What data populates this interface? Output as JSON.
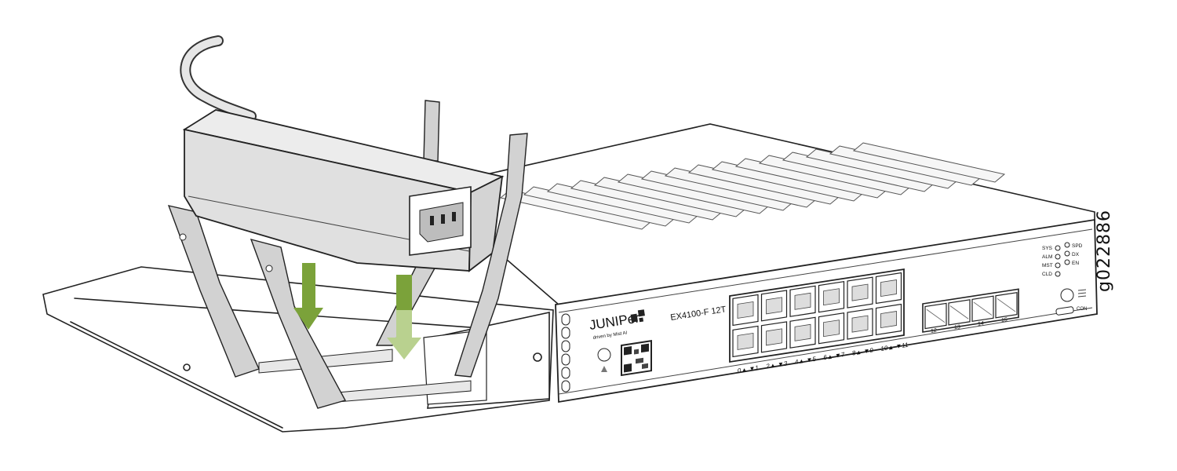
{
  "figure_id": "g022886",
  "device": {
    "brand_logo": "JUNIPer",
    "brand_tagline": "driven by Mist AI",
    "model": "EX4100-F 12T",
    "rj45_port_labels": [
      "0▲ ▼1",
      "2▲ ▼3",
      "4▲ ▼5",
      "6▲ ▼7",
      "8▲ ▼9",
      "10▲ ▼11"
    ],
    "sfp_port_labels": [
      "12",
      "13",
      "14",
      "15"
    ],
    "led_labels_left": [
      "SYS",
      "ALM",
      "MST",
      "CLD"
    ],
    "led_labels_right": [
      "SPD",
      "DX",
      "EN"
    ],
    "console_label": "CON"
  },
  "colors": {
    "arrow_dark": "#7ba23a",
    "arrow_light": "#b9d18f",
    "adapter_fill": "#e4e4e4",
    "strap_fill": "#d2d2d2"
  }
}
